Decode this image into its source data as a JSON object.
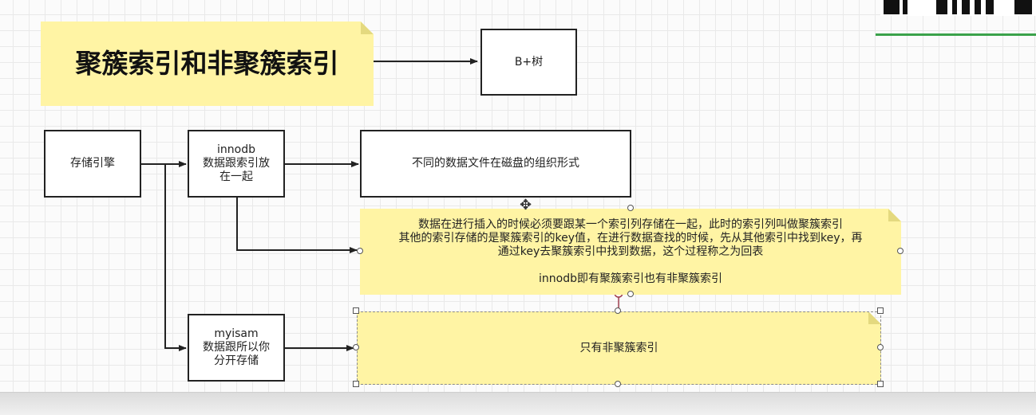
{
  "title": "聚簇索引和非聚簇索引",
  "nodes": {
    "btree": "B+树",
    "engine": "存储引擎",
    "innodb": "innodb\n数据跟索引放\n在一起",
    "disk": "不同的数据文件在磁盘的组织形式",
    "innodb_note": "数据在进行插入的时候必须要跟某一个索引列存储在一起，此时的索引列叫做聚簇索引\n其他的索引存储的是聚簇索引的key值，在进行数据查找的时候，先从其他索引中找到key，再\n通过key去聚簇索引中找到数据，这个过程称之为回表\n\ninnodb即有聚簇索引也有非聚簇索引",
    "myisam": "myisam\n数据跟所以你\n分开存储",
    "myisam_note": "只有非聚簇索引"
  },
  "colors": {
    "note_fill": "#fff4a4",
    "stroke": "#222222",
    "accent_line": "#3aa24a"
  }
}
